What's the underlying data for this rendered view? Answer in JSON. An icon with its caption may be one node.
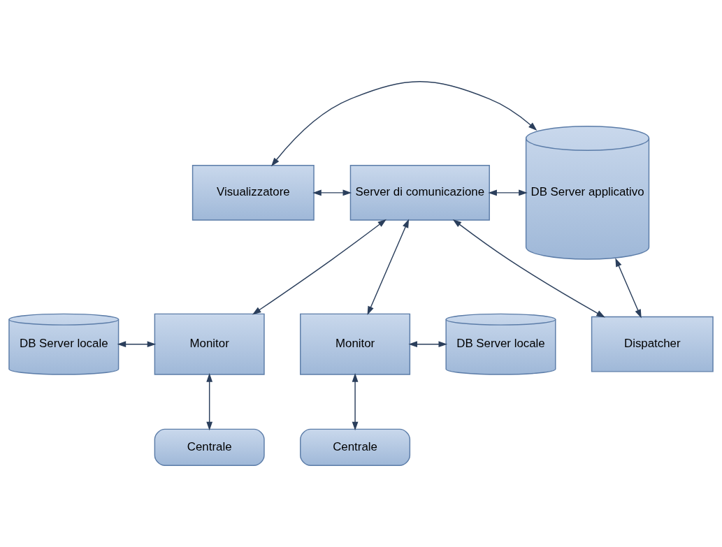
{
  "diagram": {
    "nodes": [
      {
        "text": [
          "Visualizzatore"
        ]
      },
      {
        "text": [
          "Server di comunicazione"
        ]
      },
      {
        "text": [
          "DB Server applicativo"
        ]
      },
      {
        "text": [
          "Dispatcher"
        ]
      },
      {
        "text": [
          "DB Server locale"
        ]
      },
      {
        "text": [
          "Monitor"
        ]
      },
      {
        "text": [
          "Monitor"
        ]
      },
      {
        "text": [
          "DB Server locale"
        ]
      },
      {
        "text": [
          "Centrale"
        ]
      },
      {
        "text": [
          "Centrale"
        ]
      }
    ],
    "edges": [
      {
        "from": 0,
        "to": 2,
        "arrow": "both"
      },
      {
        "from": 0,
        "to": 1,
        "arrow": "both"
      },
      {
        "from": 1,
        "to": 2,
        "arrow": "both"
      },
      {
        "from": 1,
        "to": 3,
        "arrow": "both"
      },
      {
        "from": 2,
        "to": 3,
        "arrow": "both"
      },
      {
        "from": 1,
        "to": 5,
        "arrow": "both"
      },
      {
        "from": 1,
        "to": 6,
        "arrow": "both"
      },
      {
        "from": 4,
        "to": 5,
        "arrow": "both"
      },
      {
        "from": 6,
        "to": 7,
        "arrow": "both"
      },
      {
        "from": 5,
        "to": 8,
        "arrow": "both"
      },
      {
        "from": 6,
        "to": 9,
        "arrow": "both"
      }
    ]
  }
}
